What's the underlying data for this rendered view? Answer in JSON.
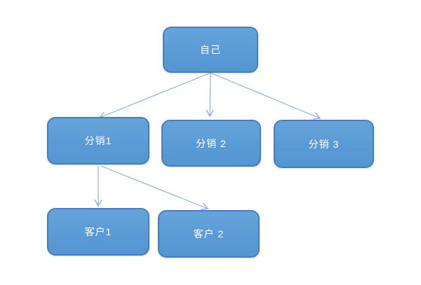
{
  "diagram": {
    "type": "tree-flowchart",
    "colors": {
      "node_fill": "#5b9bd5",
      "node_border": "#4a7ebb",
      "edge": "#92b1d8",
      "text": "#ffffff",
      "background": "#ffffff"
    },
    "nodes": [
      {
        "id": "self",
        "label": "自己",
        "level": 0
      },
      {
        "id": "reseller-1",
        "label": "分销1",
        "level": 1
      },
      {
        "id": "reseller-2",
        "label": "分销 2",
        "level": 1
      },
      {
        "id": "reseller-3",
        "label": "分销 3",
        "level": 1
      },
      {
        "id": "customer-1",
        "label": "客户1",
        "level": 2
      },
      {
        "id": "customer-2",
        "label": "客户 2",
        "level": 2
      }
    ],
    "edges": [
      {
        "from": "self",
        "to": "reseller-1"
      },
      {
        "from": "self",
        "to": "reseller-2"
      },
      {
        "from": "self",
        "to": "reseller-3"
      },
      {
        "from": "reseller-1",
        "to": "customer-1"
      },
      {
        "from": "reseller-1",
        "to": "customer-2"
      }
    ]
  }
}
